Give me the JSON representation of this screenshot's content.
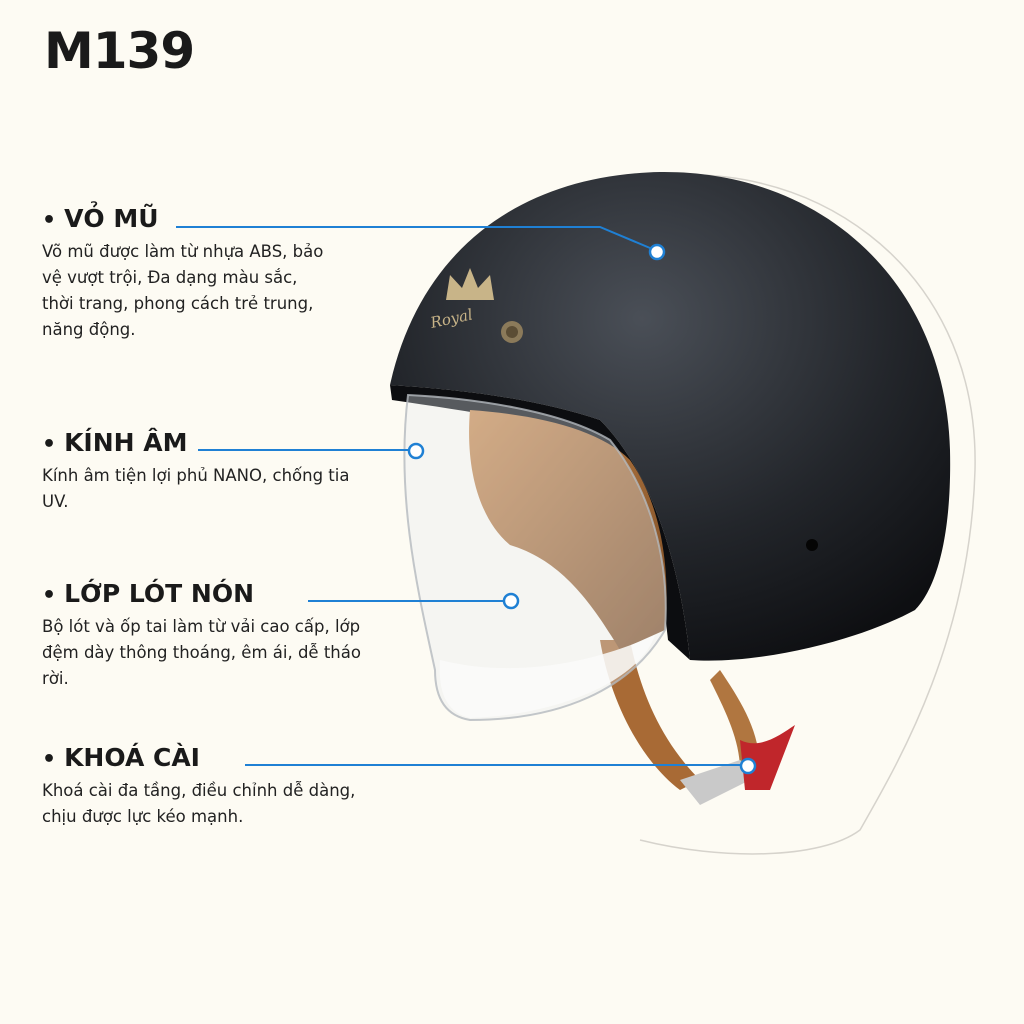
{
  "title": "M139",
  "brand_logo_text": "Royal",
  "accent_color": "#1f80d4",
  "features": [
    {
      "heading": "VỎ MŨ",
      "description": "Võ mũ được làm từ nhựa ABS, bảo vệ vượt trội, Đa dạng màu sắc, thời trang, phong cách trẻ trung, năng động."
    },
    {
      "heading": "KÍNH ÂM",
      "description": "Kính âm tiện lợi phủ NANO, chống tia UV."
    },
    {
      "heading": "LỚP LÓT NÓN",
      "description": "Bộ lót và ốp tai làm từ vải cao cấp, lớp đệm dày thông thoáng, êm ái, dễ tháo rời."
    },
    {
      "heading": "KHOÁ CÀI",
      "description": "Khoá cài đa tầng, điều chỉnh dễ dàng, chịu được lực kéo mạnh."
    }
  ]
}
